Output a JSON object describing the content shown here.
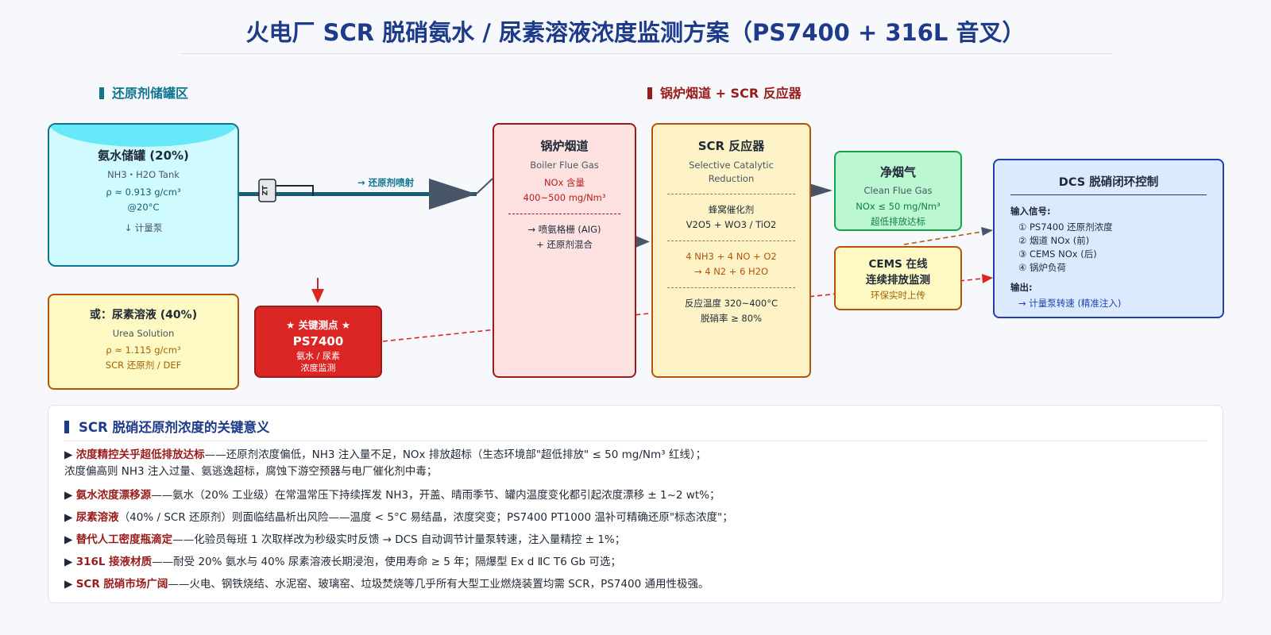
{
  "title": "火电厂 SCR 脱硝氨水 / 尿素溶液浓度监测方案（PS7400 + 316L 音叉）",
  "sections": {
    "storage": "还原剂储罐区",
    "boiler": "锅炉烟道 + SCR 反应器"
  },
  "tank_ammonia": {
    "title": "氨水储罐 (20%)",
    "formula": "NH3・H2O Tank",
    "density": "ρ ≈ 0.913 g/cm³",
    "temp": "@20°C",
    "pump": "↓ 计量泵"
  },
  "tank_urea": {
    "title": "或：尿素溶液 (40%)",
    "english": "Urea Solution",
    "density": "ρ ≈ 1.115 g/cm³",
    "note": "SCR 还原剂 / DEF"
  },
  "sensor_tag": "ZT",
  "injection_label": "→ 还原剂喷射",
  "ps7400": {
    "star": "★ 关键测点 ★",
    "model": "PS7400",
    "line1": "氨水 / 尿素",
    "line2": "浓度监测"
  },
  "boiler": {
    "title": "锅炉烟道",
    "english": "Boiler Flue Gas",
    "nox_label": "NOx 含量",
    "nox_value": "400~500 mg/Nm³",
    "aig": "→ 喷氨格栅 (AIG)",
    "mix": "+ 还原剂混合"
  },
  "scr": {
    "title": "SCR 反应器",
    "english_1": "Selective Catalytic",
    "english_2": "Reduction",
    "catalyst_1": "蜂窝催化剂",
    "catalyst_2": "V2O5 + WO3 / TiO2",
    "reaction_1": "4 NH3 + 4 NO + O2",
    "reaction_2": "→ 4 N2 + 6 H2O",
    "temp": "反应温度 320~400°C",
    "rate": "脱硝率 ≥ 80%"
  },
  "clean_gas": {
    "title": "净烟气",
    "english": "Clean Flue Gas",
    "nox": "NOx ≤ 50 mg/Nm³",
    "note": "超低排放达标"
  },
  "cems": {
    "title_1": "CEMS 在线",
    "title_2": "连续排放监测",
    "note": "环保实时上传"
  },
  "dcs": {
    "title": "DCS 脱硝闭环控制",
    "input_label": "输入信号:",
    "inputs": [
      "① PS7400 还原剂浓度",
      "② 烟道 NOx (前)",
      "③ CEMS NOx (后)",
      "④ 锅炉负荷"
    ],
    "output_label": "输出:",
    "output": "→ 计量泵转速 (精准注入)"
  },
  "panel": {
    "title": "SCR 脱硝还原剂浓度的关键意义",
    "points": [
      {
        "key": "浓度精控关乎超低排放达标",
        "text": "——还原剂浓度偏低，NH3 注入量不足，NOx 排放超标（生态环境部\"超低排放\" ≤ 50 mg/Nm³ 红线）；",
        "text2": "浓度偏高则 NH3 注入过量、氨逃逸超标，腐蚀下游空预器与电厂催化剂中毒；"
      },
      {
        "key": "氨水浓度漂移源",
        "text": "——氨水（20% 工业级）在常温常压下持续挥发 NH3，开盖、晴雨季节、罐内温度变化都引起浓度漂移 ± 1~2 wt%；"
      },
      {
        "key": "尿素溶液",
        "text": "（40% / SCR 还原剂）则面临结晶析出风险——温度 < 5°C 易结晶，浓度突变；PS7400 PT1000 温补可精确还原\"标态浓度\"；"
      },
      {
        "key": "替代人工密度瓶滴定",
        "text": "——化验员每班 1 次取样改为秒级实时反馈 → DCS 自动调节计量泵转速，注入量精控 ± 1%；"
      },
      {
        "key": "316L 接液材质",
        "text": "——耐受 20% 氨水与 40% 尿素溶液长期浸泡，使用寿命 ≥ 5 年；隔爆型 Ex d ⅡC T6 Gb 可选；"
      },
      {
        "key": "SCR 脱硝市场广阔",
        "text": "——火电、钢铁烧结、水泥窑、玻璃窑、垃圾焚烧等几乎所有大型工业燃烧装置均需 SCR，PS7400 通用性极强。"
      }
    ]
  },
  "colors": {
    "title": "#1e3a8a",
    "tank_ammonia_border": "#0e7490",
    "ps7400": "#dc2626",
    "boiler_border": "#991b1b",
    "scr_border": "#b45309",
    "clean_border": "#16a34a",
    "dcs_border": "#1e40af"
  },
  "icons": [
    "triangle-arrow-icon",
    "sensor-icon"
  ]
}
